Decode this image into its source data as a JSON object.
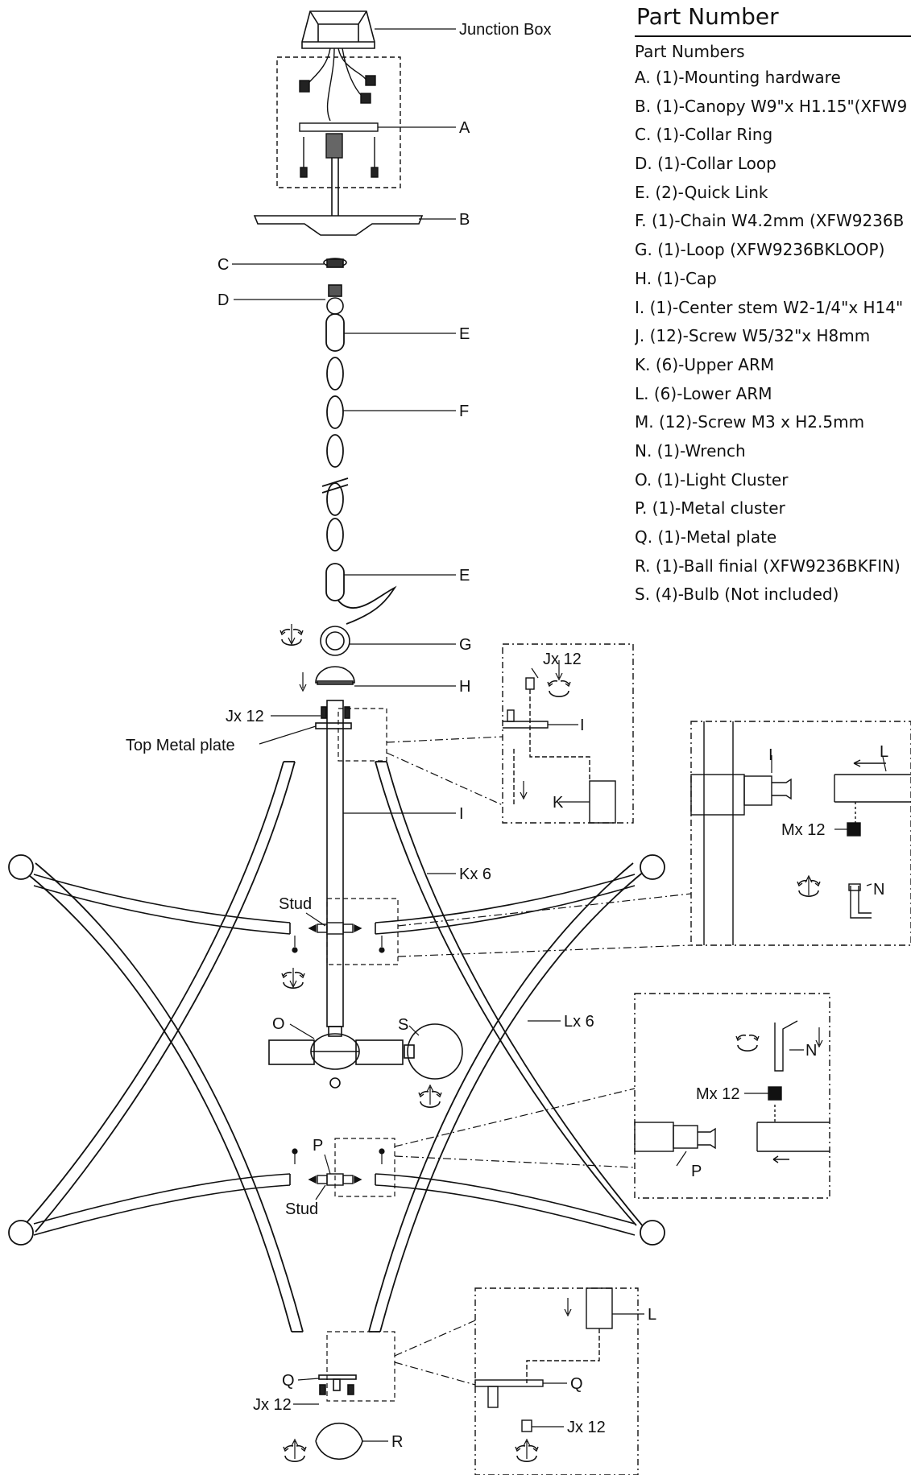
{
  "parts_panel": {
    "title": "Part Number",
    "subtitle": "Part Numbers",
    "items": [
      "A. (1)-Mounting hardware",
      "B. (1)-Canopy W9\"x H1.15\"(XFW9",
      "C. (1)-Collar Ring",
      "D. (1)-Collar Loop",
      "E. (2)-Quick Link",
      "F. (1)-Chain  W4.2mm (XFW9236B",
      "G. (1)-Loop (XFW9236BKLOOP)",
      "H. (1)-Cap",
      "I. (1)-Center stem W2-1/4\"x H14\"",
      "J. (12)-Screw W5/32\"x H8mm",
      "K. (6)-Upper ARM",
      "L. (6)-Lower ARM",
      "M. (12)-Screw M3 x H2.5mm",
      "N. (1)-Wrench",
      "O. (1)-Light Cluster",
      "P. (1)-Metal cluster",
      "Q. (1)-Metal plate",
      "R. (1)-Ball finial (XFW9236BKFIN)",
      "S. (4)-Bulb (Not included)"
    ]
  },
  "callouts": {
    "junction_box": "Junction Box",
    "a": "A",
    "b": "B",
    "c": "C",
    "d": "D",
    "e_top": "E",
    "f": "F",
    "e_bottom": "E",
    "g": "G",
    "h": "H",
    "jx12_main": "Jx 12",
    "top_metal_plate": "Top Metal plate",
    "i_main": "I",
    "kx6": "Kx 6",
    "stud_upper": "Stud",
    "o": "O",
    "s": "S",
    "lx6": "Lx 6",
    "p_main": "P",
    "stud_lower": "Stud",
    "q_main": "Q",
    "jx12_bottom": "Jx 12",
    "r": "R",
    "detail1_jx12": "Jx 12",
    "detail1_i": "I",
    "detail1_k": "K",
    "detail2_i": "I",
    "detail2_l": "L",
    "detail2_mx12": "Mx 12",
    "detail2_n": "N",
    "detail3_n": "N",
    "detail3_mx12": "Mx 12",
    "detail3_p": "P",
    "detail4_l": "L",
    "detail4_q": "Q",
    "detail4_jx12": "Jx 12"
  }
}
